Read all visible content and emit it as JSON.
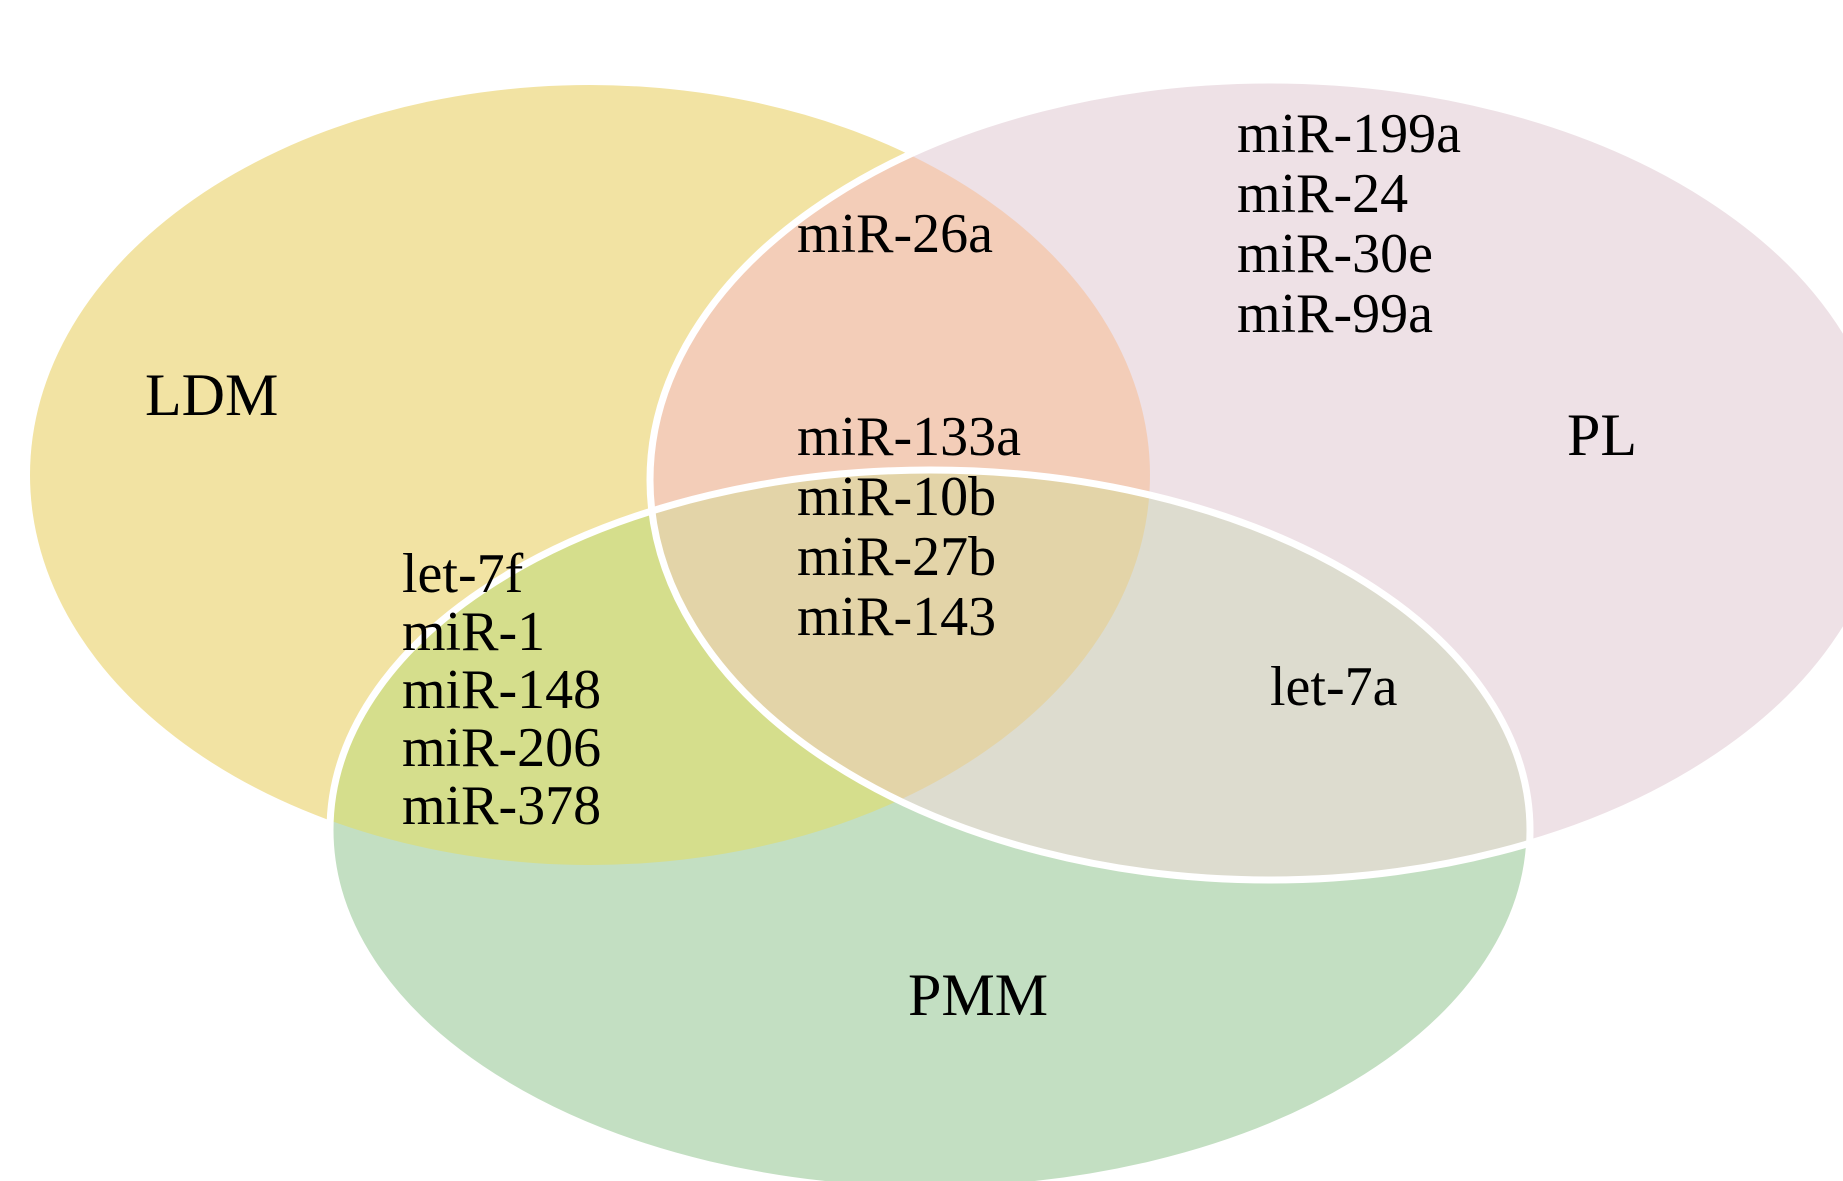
{
  "sets": {
    "ldm": {
      "label": "LDM",
      "color": "#F2E3A3"
    },
    "pl": {
      "label": "PL",
      "color": "#EEE1E6"
    },
    "pmm": {
      "label": "PMM",
      "color": "#C3DFC2"
    }
  },
  "regions": {
    "ldm_pl": [
      "miR-26a"
    ],
    "pl_only": [
      "miR-199a",
      "miR-24",
      "miR-30e",
      "miR-99a"
    ],
    "all_three": [
      "miR-133a",
      "miR-10b",
      "miR-27b",
      "miR-143"
    ],
    "ldm_pmm": [
      "let-7f",
      "miR-1",
      "miR-148",
      "miR-206",
      "miR-378"
    ],
    "pl_pmm": [
      "let-7a"
    ]
  },
  "region_colors": {
    "ldm_pl": "#F3CDB8",
    "ldm_pmm": "#D5DE8C",
    "pl_pmm": "#DDDCCF",
    "all_three": "#E3D4A8"
  }
}
